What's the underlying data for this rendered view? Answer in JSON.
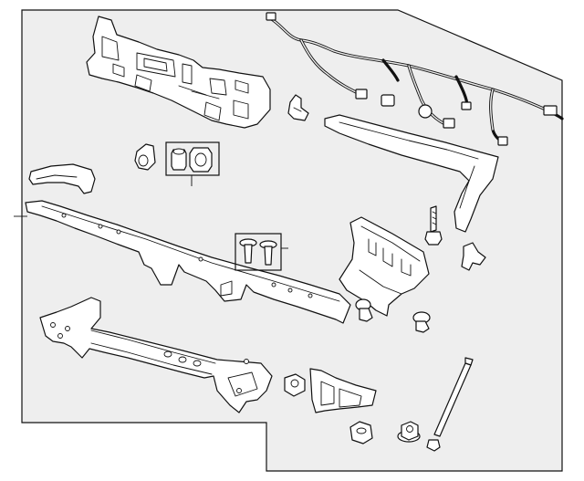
{
  "diagram": {
    "colors": {
      "background": "#ffffff",
      "panel": "#eeeeee",
      "line": "#111111"
    },
    "parts": [
      "upper-trim-panel",
      "wiring-harness",
      "push-pin-clip",
      "top-cover-strip",
      "bumper-pads",
      "rubber-bumper",
      "side-bracket",
      "impact-bar",
      "push-rivets",
      "stud-bolt",
      "side-clip",
      "energy-absorber",
      "rivet-left",
      "rivet-right",
      "lower-reinforcement",
      "nut",
      "lower-bracket",
      "u-nut",
      "flange-nut",
      "support-rod"
    ]
  }
}
